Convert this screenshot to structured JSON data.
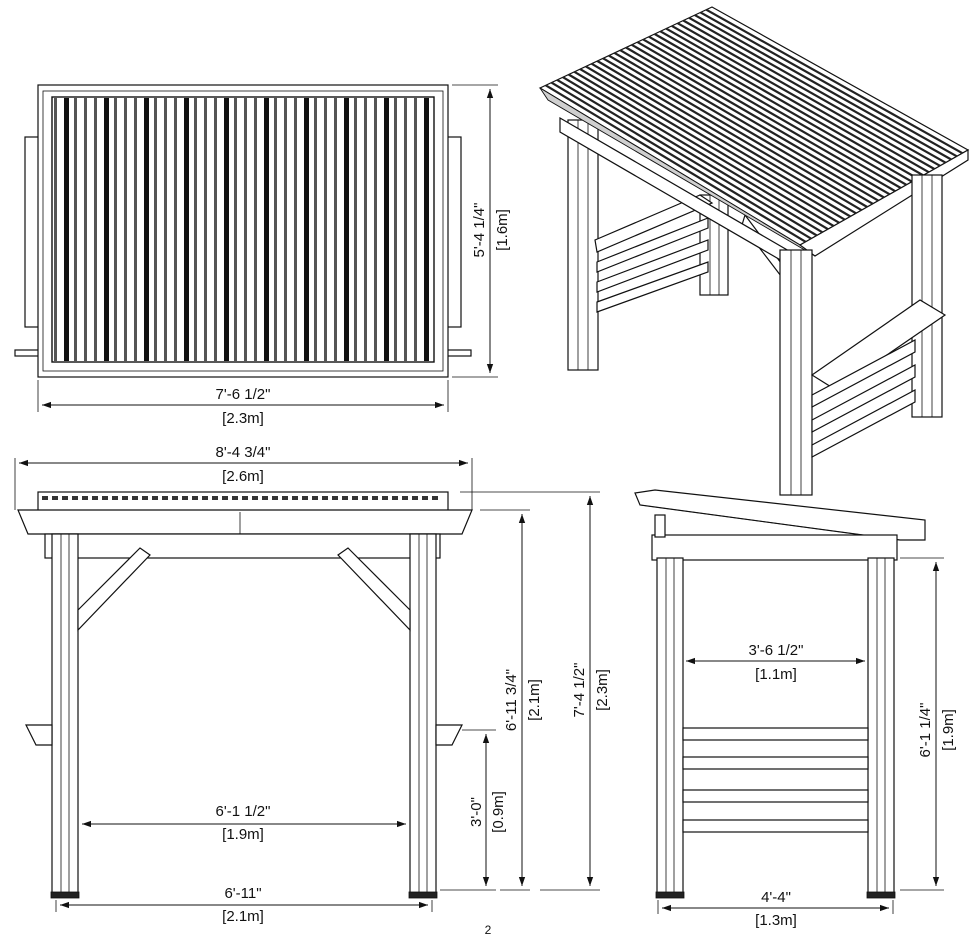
{
  "page_number": "2",
  "top_view": {
    "width_dim": "7'-6 1/2\"",
    "width_metric": "[2.3m]",
    "depth_dim": "5'-4 1/4\"",
    "depth_metric": "[1.6m]"
  },
  "front_view": {
    "overall_width": "8'-4 3/4\"",
    "overall_width_metric": "[2.6m]",
    "inner_width": "6'-1 1/2\"",
    "inner_width_metric": "[1.9m]",
    "post_span": "6'-11\"",
    "post_span_metric": "[2.1m]",
    "shelf_height": "3'-0\"",
    "shelf_height_metric": "[0.9m]",
    "beam_height": "6'-11 3/4\"",
    "beam_height_metric": "[2.1m]",
    "total_height": "7'-4 1/2\"",
    "total_height_metric": "[2.3m]"
  },
  "side_view": {
    "inner_depth": "3'-6 1/2\"",
    "inner_depth_metric": "[1.1m]",
    "post_height": "6'-1 1/4\"",
    "post_height_metric": "[1.9m]",
    "base_depth": "4'-4\"",
    "base_depth_metric": "[1.3m]"
  }
}
